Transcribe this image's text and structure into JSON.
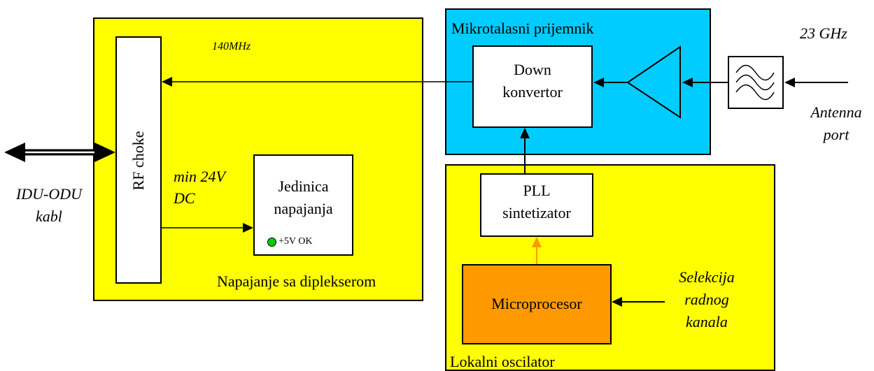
{
  "blocks": {
    "power_diplexer": "Napajanje sa diplekserom",
    "rf_choke": "RF choke",
    "power_unit_line1": "Jedinica",
    "power_unit_line2": "napajanja",
    "power_ok_indicator": "+5V OK",
    "microwave_receiver": "Mikrotalasni prijemnik",
    "down_converter_line1": "Down",
    "down_converter_line2": "konvertor",
    "local_oscillator": "Lokalni oscilator",
    "pll_line1": "PLL",
    "pll_line2": "sintetizator",
    "microprocessor": "Microprocesor"
  },
  "annotations": {
    "if_frequency": "140MHz",
    "rf_frequency": "23 GHz",
    "antenna_port_line1": "Antenna",
    "antenna_port_line2": "port",
    "cable_line1": "IDU-ODU",
    "cable_line2": "kabl",
    "dc_input_line1": "min 24V",
    "dc_input_line2": "DC",
    "channel_select_line1": "Selekcija",
    "channel_select_line2": "radnog",
    "channel_select_line3": "kanala"
  },
  "colors": {
    "power_block": "#ffff00",
    "receiver_block": "#00ccff",
    "oscillator_block": "#ffff00",
    "microprocessor_block": "#ff9900",
    "led_ok": "#00cc00",
    "control_arrow": "#ff9900"
  },
  "icons": {
    "filter": "bandpass-filter-icon",
    "amplifier": "amplifier-triangle-icon"
  }
}
